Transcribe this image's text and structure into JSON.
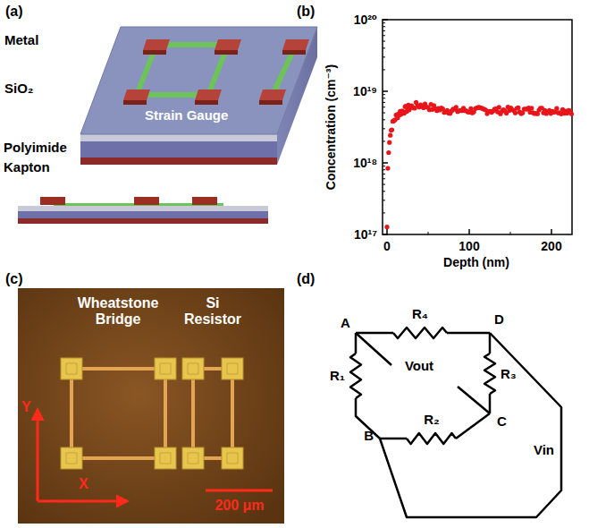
{
  "diagram": {
    "labels": [
      "(a)",
      "Metal",
      "SiO₂",
      "Polyimide",
      "Kapton",
      "Strain Gauge",
      "(b)",
      "10²⁰",
      "10¹⁹",
      "10¹⁸",
      "10¹⁷",
      "Concentration (cm⁻³)",
      "0",
      "100",
      "200",
      "Depth (nm)",
      "(c)",
      "Wheatstone Bridge",
      "Si Resistor",
      "Y",
      "X",
      "200 μm",
      "(d)",
      "A",
      "R₄",
      "D",
      "R₁",
      "Vout",
      "R₃",
      "B",
      "R₂",
      "C",
      "Vin"
    ]
  }
}
